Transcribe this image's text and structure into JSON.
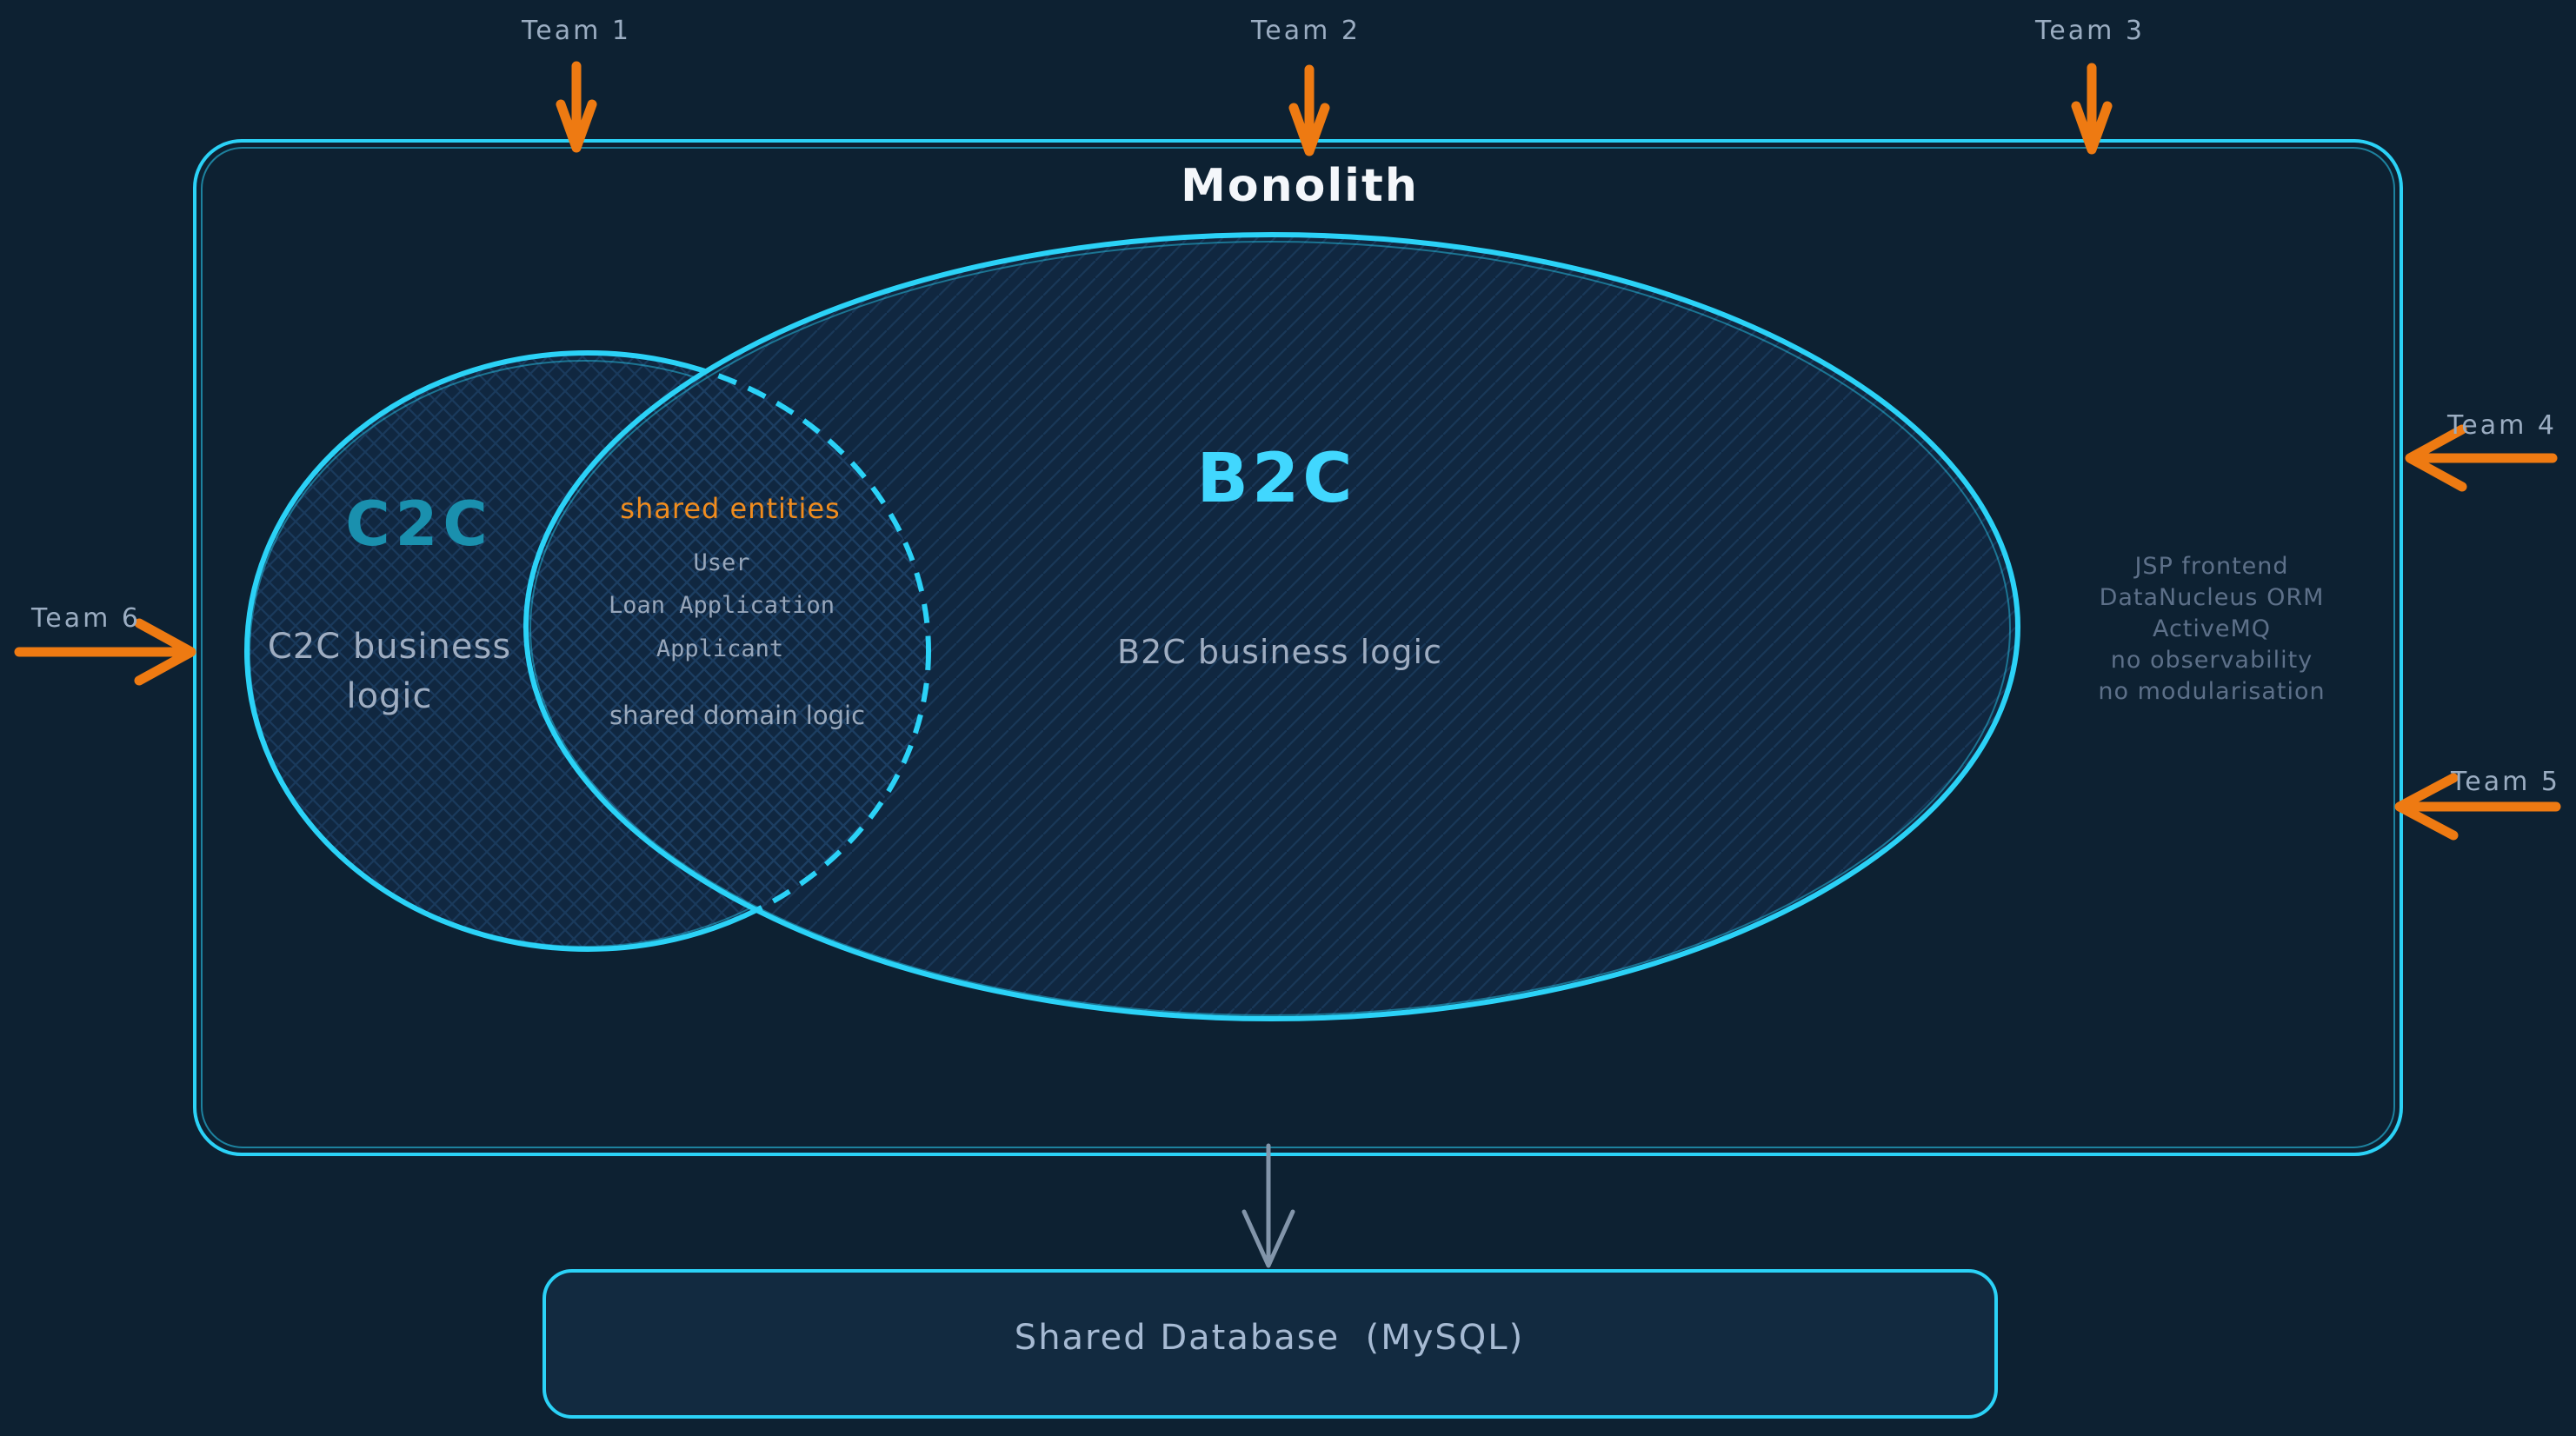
{
  "palette": {
    "background": "#0d2132",
    "box_fill": "#122a40",
    "stroke_cyan": "#2bd2f7",
    "b2c_title_cyan": "#41d7fe",
    "c2c_title_teal": "#1a90ae",
    "arrow_orange": "#ee7a12",
    "shared_title_orange": "#f08c1e",
    "team_label_gray": "#9badc2",
    "body_text_gray": "#9fadc1",
    "tech_notes_gray": "#5d7089",
    "db_arrow_gray": "#8295aa",
    "title_white": "#f4f7fb"
  },
  "teams": [
    "Team 1",
    "Team 2",
    "Team 3",
    "Team 4",
    "Team 5",
    "Team 6"
  ],
  "monolith": {
    "title": "Monolith",
    "tech_notes": [
      "JSP frontend",
      "DataNucleus ORM",
      "ActiveMQ",
      "no observability",
      "no modularisation"
    ]
  },
  "c2c": {
    "title": "C2C",
    "body": "C2C business logic"
  },
  "b2c": {
    "title": "B2C",
    "body": "B2C business logic"
  },
  "shared": {
    "title": "shared entities",
    "entities": [
      "User",
      "Loan Application",
      "Applicant"
    ],
    "footer": "shared domain logic"
  },
  "database": {
    "label": "Shared Database  (MySQL)"
  }
}
